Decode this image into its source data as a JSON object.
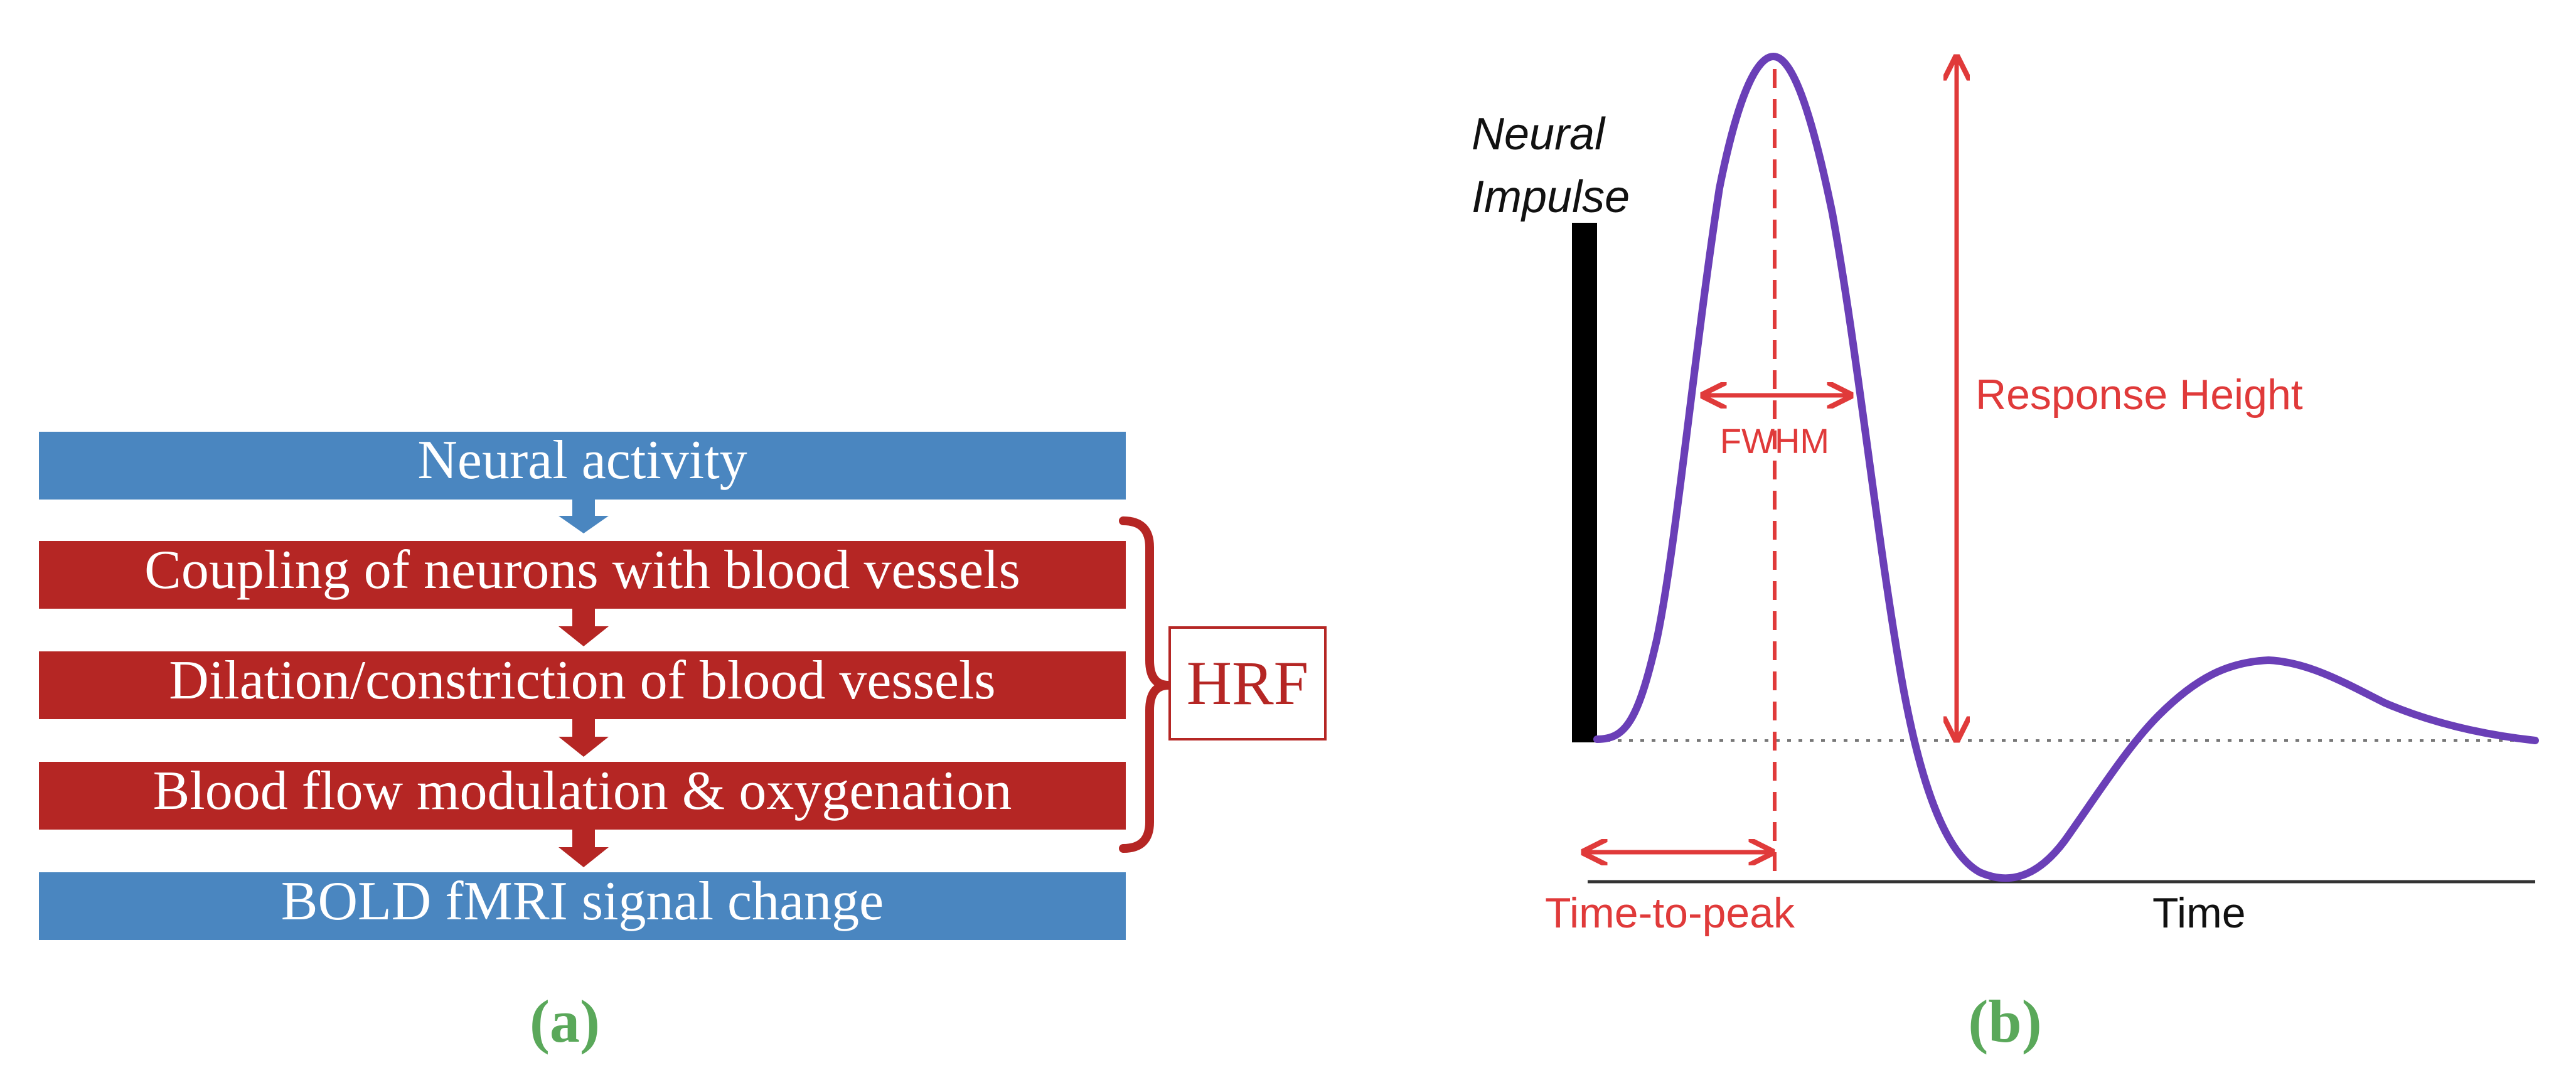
{
  "panel_a": {
    "stages": [
      {
        "label": "Neural activity",
        "kind": "neural"
      },
      {
        "label": "Coupling of neurons with blood vessels",
        "kind": "hemo"
      },
      {
        "label": "Dilation/constriction of blood vessels",
        "kind": "hemo"
      },
      {
        "label": "Blood flow modulation & oxygenation",
        "kind": "hemo"
      },
      {
        "label": "BOLD fMRI signal change",
        "kind": "neural"
      }
    ],
    "bracket_label": "HRF",
    "caption": "(a)"
  },
  "panel_b": {
    "impulse_label": [
      "Neural",
      "Impulse"
    ],
    "fwhm_label": "FWHM",
    "height_label": "Response Height",
    "ttp_label": "Time-to-peak",
    "time_label": "Time",
    "caption": "(b)"
  },
  "colors": {
    "blue": "#4a86c0",
    "red": "#b52624",
    "annotation_red": "#e03a3a",
    "curve": "#6a3fb7",
    "green": "#5aa85a"
  }
}
